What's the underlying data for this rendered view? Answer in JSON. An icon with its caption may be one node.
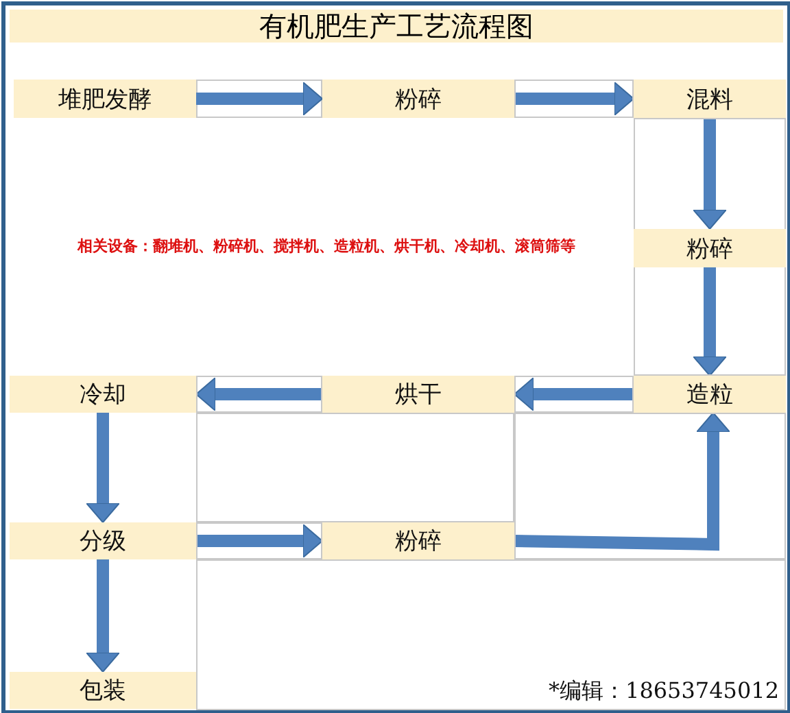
{
  "diagram": {
    "title": "有机肥生产工艺流程图",
    "nodes": [
      {
        "text": [
          "堆肥发酵"
        ]
      },
      {
        "text": [
          "粉碎"
        ]
      },
      {
        "text": [
          "混料"
        ]
      },
      {
        "text": [
          "粉碎"
        ]
      },
      {
        "text": [
          "冷却"
        ]
      },
      {
        "text": [
          "烘干"
        ]
      },
      {
        "text": [
          "造粒"
        ]
      },
      {
        "text": [
          "分级"
        ]
      },
      {
        "text": [
          "粉碎"
        ]
      },
      {
        "text": [
          "包装"
        ]
      }
    ],
    "edges": [
      {
        "from": 0,
        "to": 1,
        "arrow": "to"
      },
      {
        "from": 1,
        "to": 2,
        "arrow": "to"
      },
      {
        "from": 2,
        "to": 3,
        "arrow": "to"
      },
      {
        "from": 3,
        "to": 6,
        "arrow": "to"
      },
      {
        "from": 6,
        "to": 5,
        "arrow": "to"
      },
      {
        "from": 5,
        "to": 4,
        "arrow": "to"
      },
      {
        "from": 4,
        "to": 7,
        "arrow": "to"
      },
      {
        "from": 7,
        "to": 8,
        "arrow": "to"
      },
      {
        "from": 8,
        "to": 6,
        "arrow": "to"
      },
      {
        "from": 7,
        "to": 9,
        "arrow": "to"
      }
    ],
    "labels": [
      "相关设备：翻堆机、粉碎机、搅拌机、造粒机、烘干机、冷却机、滚筒筛等",
      "*编辑：18653745012"
    ]
  }
}
